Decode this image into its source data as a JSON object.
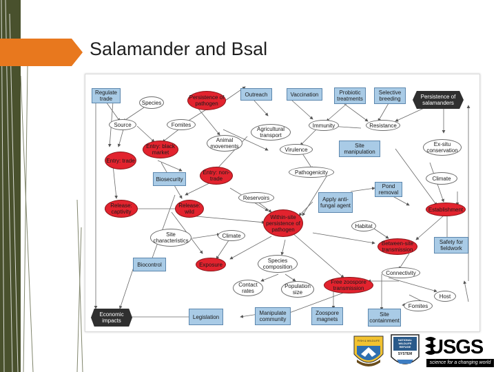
{
  "title": "Salamander and Bsal",
  "colors": {
    "accent_orange": "#e8781e",
    "left_bar": "#49512d",
    "blue_node": "#a9cbe6",
    "red_node": "#e2232e",
    "dark_node": "#2f2f2f"
  },
  "diagram": {
    "nodes": {
      "regulate_trade": "Regulate trade",
      "species": "Species",
      "persistence_pathogen": "Persistence of pathogen",
      "outreach": "Outreach",
      "vaccination": "Vaccination",
      "probiotic_treatments": "Probiotic treatments",
      "selective_breeding": "Selective breeding",
      "persistence_salamanders": "Persistence of salamanders",
      "source": "Source",
      "fomites_top": "Fomites",
      "agricultural_transport": "Agricultural transport",
      "immunity": "Immunity",
      "resistance": "Resistance",
      "animal_movements": "Animal movements",
      "entry_black_market": "Entry: black market",
      "entry_trade": "Entry: trade",
      "virulence": "Virulence",
      "site_manipulation": "Site manipulation",
      "ex_situ_conservation": "Ex-situ conservation",
      "biosecurity": "Biosecurity",
      "entry_nontrade": "Entry: non-trade",
      "pathogenicity": "Pathogenicity",
      "climate_right": "Climate",
      "pond_removal": "Pond removal",
      "reservoirs": "Reservoirs",
      "apply_antifungal": "Apply anti-fungal agent",
      "release_captivity": "Release: captivity",
      "release_wild": "Release: wild",
      "within_site": "Within-site persistence of pathogen",
      "establishment": "Establishment",
      "habitat": "Habitat",
      "site_characteristics": "Site characteristics",
      "climate_mid": "Climate",
      "between_site": "Between-site transmission",
      "safety_fieldwork": "Safety for fieldwork",
      "biocontrol": "Biocontrol",
      "exposure": "Exposure",
      "species_composition": "Species composition",
      "connectivity": "Connectivity",
      "contact_rates": "Contact rates",
      "population_size": "Population size",
      "free_zoospore": "Free zoospore transmission",
      "host": "Host",
      "fomites_bottom": "Fomites",
      "economic_impacts": "Economic impacts",
      "legislation": "Legislation",
      "manipulate_community": "Manipulate community",
      "zoospore_magnets": "Zoospore magnets",
      "site_containment": "Site containment"
    }
  },
  "logos": {
    "fws_text": "FISH & WILDLIFE SERVICE",
    "nwrs_text": "NATIONAL WILDLIFE REFUGE SYSTEM",
    "usgs_text": "USGS",
    "usgs_tagline": "science for a changing world"
  }
}
